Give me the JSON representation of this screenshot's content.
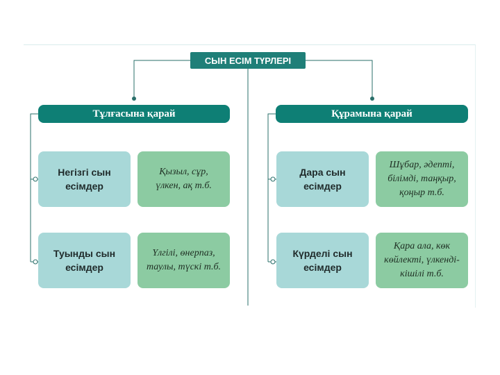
{
  "diagram": {
    "title": "СЫН ЕСІМ ТҮРЛЕРІ",
    "branches": [
      {
        "header": "Тұлғасына қарай",
        "rows": [
          {
            "type": "Негізгі сын\nесімдер",
            "examples": "Қызыл, сұр,\nүлкен, ақ т.б."
          },
          {
            "type": "Туынды сын\nесімдер",
            "examples": "Үлгілі, өнерпаз,\nтаулы, түскі т.б."
          }
        ]
      },
      {
        "header": "Құрамына қарай",
        "rows": [
          {
            "type": "Дара сын\nесімдер",
            "examples": "Шұбар, әдепті,\nбілімді, таңқыр,\nқоңыр т.б."
          },
          {
            "type": "Күрделі сын\nесімдер",
            "examples": "Қара ала, көк\nкөйлекті, үлкенді-\nкішілі т.б."
          }
        ]
      }
    ],
    "colors": {
      "header": "#0e7f75",
      "title": "#1f7f78",
      "type_card": "#a8d8d8",
      "example_card": "#8ccba2",
      "connector": "#2a6f6a"
    }
  }
}
